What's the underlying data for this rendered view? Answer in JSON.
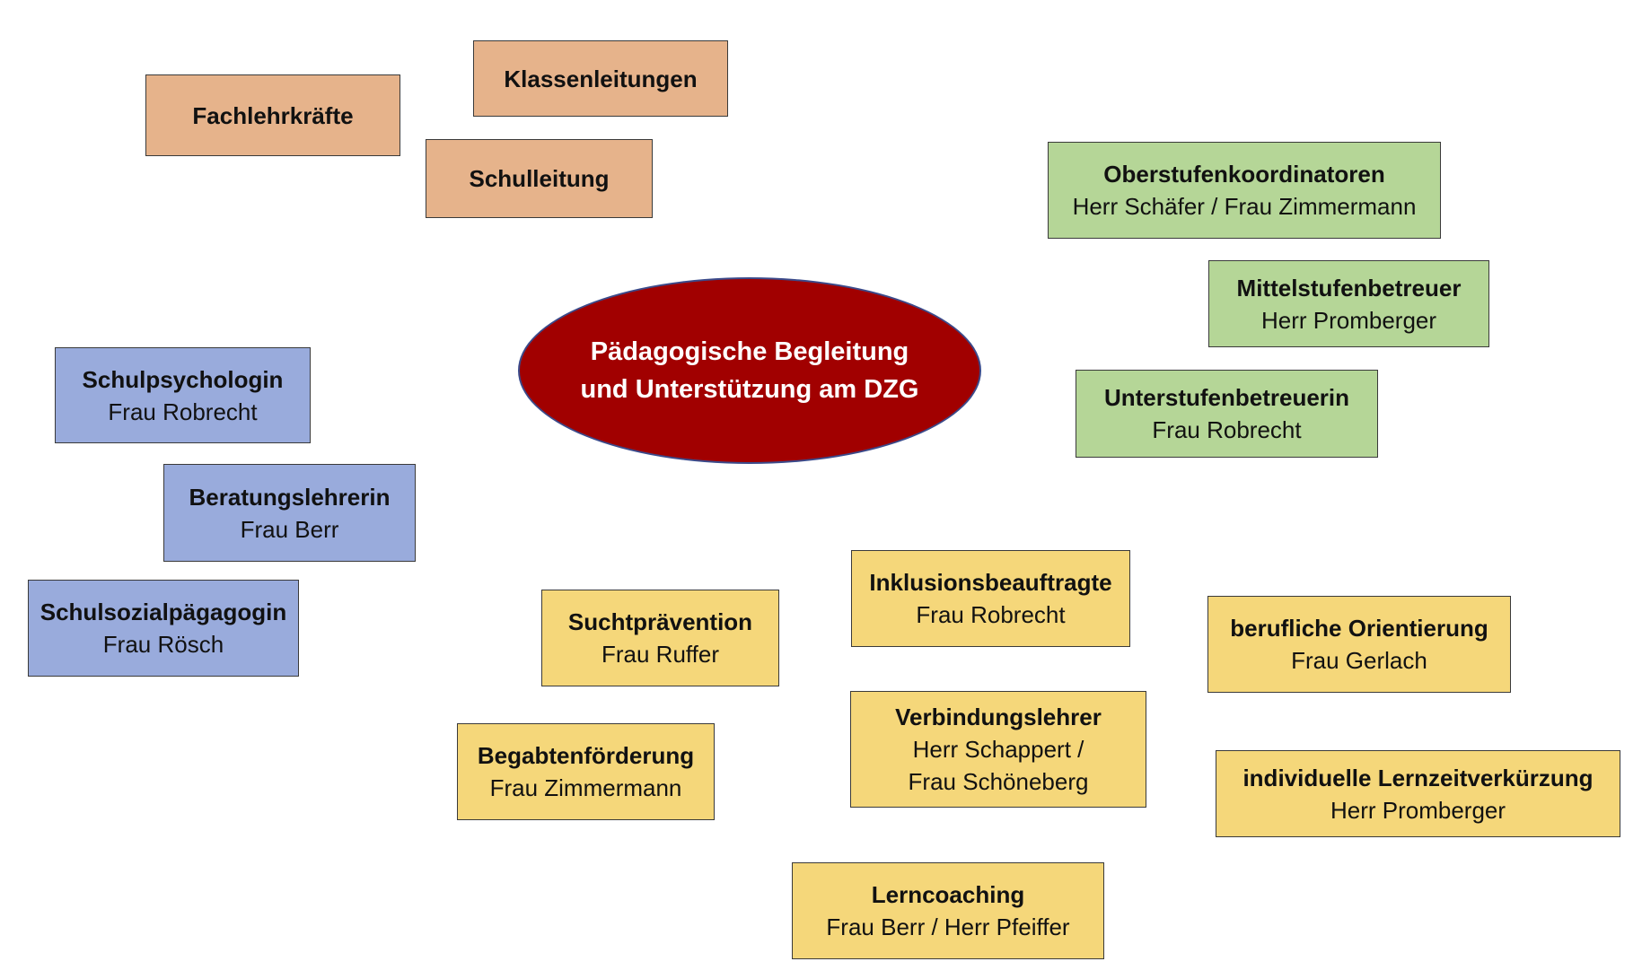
{
  "center": {
    "line1": "Pädagogische Begleitung",
    "line2": "und Unterstützung am DZG"
  },
  "boxes": {
    "fachlehrkraefte": {
      "title": "Fachlehrkräfte"
    },
    "klassenleitungen": {
      "title": "Klassenleitungen"
    },
    "schulleitung": {
      "title": "Schulleitung"
    },
    "oberstufe": {
      "title": "Oberstufenkoordinatoren",
      "person": "Herr Schäfer / Frau Zimmermann"
    },
    "mittelstufe": {
      "title": "Mittelstufenbetreuer",
      "person": "Herr Promberger"
    },
    "unterstufe": {
      "title": "Unterstufenbetreuerin",
      "person": "Frau Robrecht"
    },
    "schulpsychologin": {
      "title": "Schulpsychologin",
      "person": "Frau Robrecht"
    },
    "beratungslehrerin": {
      "title": "Beratungslehrerin",
      "person": "Frau Berr"
    },
    "schulsozial": {
      "title": "Schulsozialpägagogin",
      "person": "Frau Rösch"
    },
    "sucht": {
      "title": "Suchtprävention",
      "person": "Frau Ruffer"
    },
    "inklusion": {
      "title": "Inklusionsbeauftragte",
      "person": "Frau Robrecht"
    },
    "beruf": {
      "title": "berufliche Orientierung",
      "person": "Frau Gerlach"
    },
    "begabt": {
      "title": "Begabtenförderung",
      "person": "Frau Zimmermann"
    },
    "verbindung": {
      "title": "Verbindungslehrer",
      "person1": "Herr Schappert /",
      "person2": "Frau Schöneberg"
    },
    "lernzeit": {
      "title": "individuelle Lernzeitverkürzung",
      "person": "Herr Promberger"
    },
    "lerncoaching": {
      "title": "Lerncoaching",
      "person": "Frau Berr / Herr Pfeiffer"
    }
  },
  "colors": {
    "leadership": "#e6b38b",
    "levels": "#b5d697",
    "counseling": "#99abdc",
    "programs": "#f5d77a",
    "center": "#a10000"
  }
}
